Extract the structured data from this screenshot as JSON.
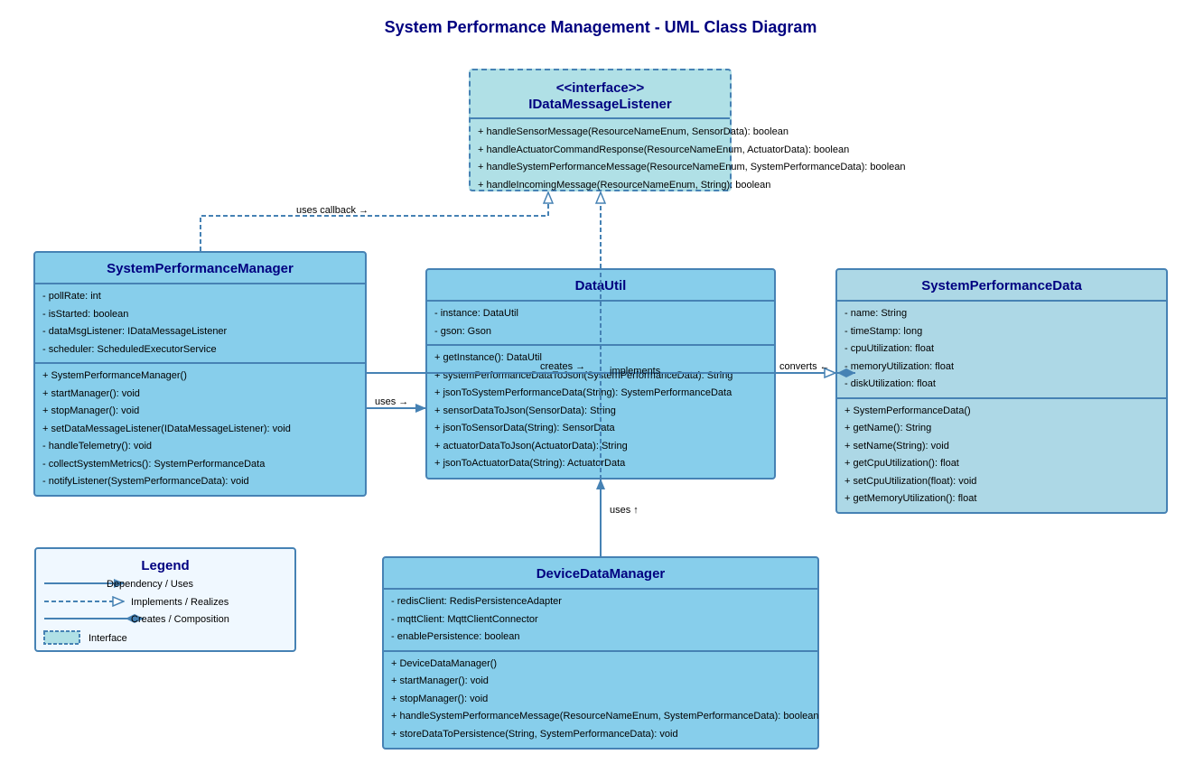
{
  "title": "System Performance Management - UML Class Diagram",
  "colors": {
    "class_fill": "#87ceeb",
    "data_class_fill": "#add8e6",
    "interface_fill": "#b0e0e6",
    "border": "#4682b4",
    "title": "#000080",
    "legend_fill": "#f0f8ff"
  },
  "classes": {
    "interface": {
      "stereotype": "<<interface>>",
      "name": "IDataMessageListener",
      "methods": [
        "+ handleSensorMessage(ResourceNameEnum, SensorData): boolean",
        "+ handleActuatorCommandResponse(ResourceNameEnum, ActuatorData): boolean",
        "+ handleSystemPerformanceMessage(ResourceNameEnum, SystemPerformanceData): boolean",
        "+ handleIncomingMessage(ResourceNameEnum, String): boolean"
      ]
    },
    "spm": {
      "name": "SystemPerformanceManager",
      "attributes": [
        "- pollRate: int",
        "- isStarted: boolean",
        "- dataMsgListener: IDataMessageListener",
        "- scheduler: ScheduledExecutorService"
      ],
      "methods": [
        "+ SystemPerformanceManager()",
        "+ startManager(): void",
        "+ stopManager(): void",
        "+ setDataMessageListener(IDataMessageListener): void",
        "- handleTelemetry(): void",
        "- collectSystemMetrics(): SystemPerformanceData",
        "- notifyListener(SystemPerformanceData): void"
      ]
    },
    "datautil": {
      "name": "DataUtil",
      "attributes": [
        "- instance: DataUtil",
        "- gson: Gson"
      ],
      "methods": [
        "+ getInstance(): DataUtil",
        "+ systemPerformanceDataToJson(SystemPerformanceData): String",
        "+ jsonToSystemPerformanceData(String): SystemPerformanceData",
        "+ sensorDataToJson(SensorData): String",
        "+ jsonToSensorData(String): SensorData",
        "+ actuatorDataToJson(ActuatorData): String",
        "+ jsonToActuatorData(String): ActuatorData"
      ]
    },
    "spd": {
      "name": "SystemPerformanceData",
      "attributes": [
        "- name: String",
        "- timeStamp: long",
        "- cpuUtilization: float",
        "- memoryUtilization: float",
        "- diskUtilization: float"
      ],
      "methods": [
        "+ SystemPerformanceData()",
        "+ getName(): String",
        "+ setName(String): void",
        "+ getCpuUtilization(): float",
        "+ setCpuUtilization(float): void",
        "+ getMemoryUtilization(): float"
      ]
    },
    "ddm": {
      "name": "DeviceDataManager",
      "attributes": [
        "- redisClient: RedisPersistenceAdapter",
        "- mqttClient: MqttClientConnector",
        "- enablePersistence: boolean"
      ],
      "methods": [
        "+ DeviceDataManager()",
        "+ startManager(): void",
        "+ stopManager(): void",
        "+ handleSystemPerformanceMessage(ResourceNameEnum, SystemPerformanceData): boolean",
        "+ storeDataToPersistence(String, SystemPerformanceData): void"
      ]
    }
  },
  "relationships": {
    "uses_callback": "uses callback →",
    "uses": "uses →",
    "creates": "creates →",
    "implements": "implements",
    "converts": "converts ←",
    "uses_up": "uses ↑"
  },
  "legend": {
    "title": "Legend",
    "dependency": "Dependency / Uses",
    "implements": "Implements / Realizes",
    "composition": "Creates / Composition",
    "interface": "Interface"
  }
}
